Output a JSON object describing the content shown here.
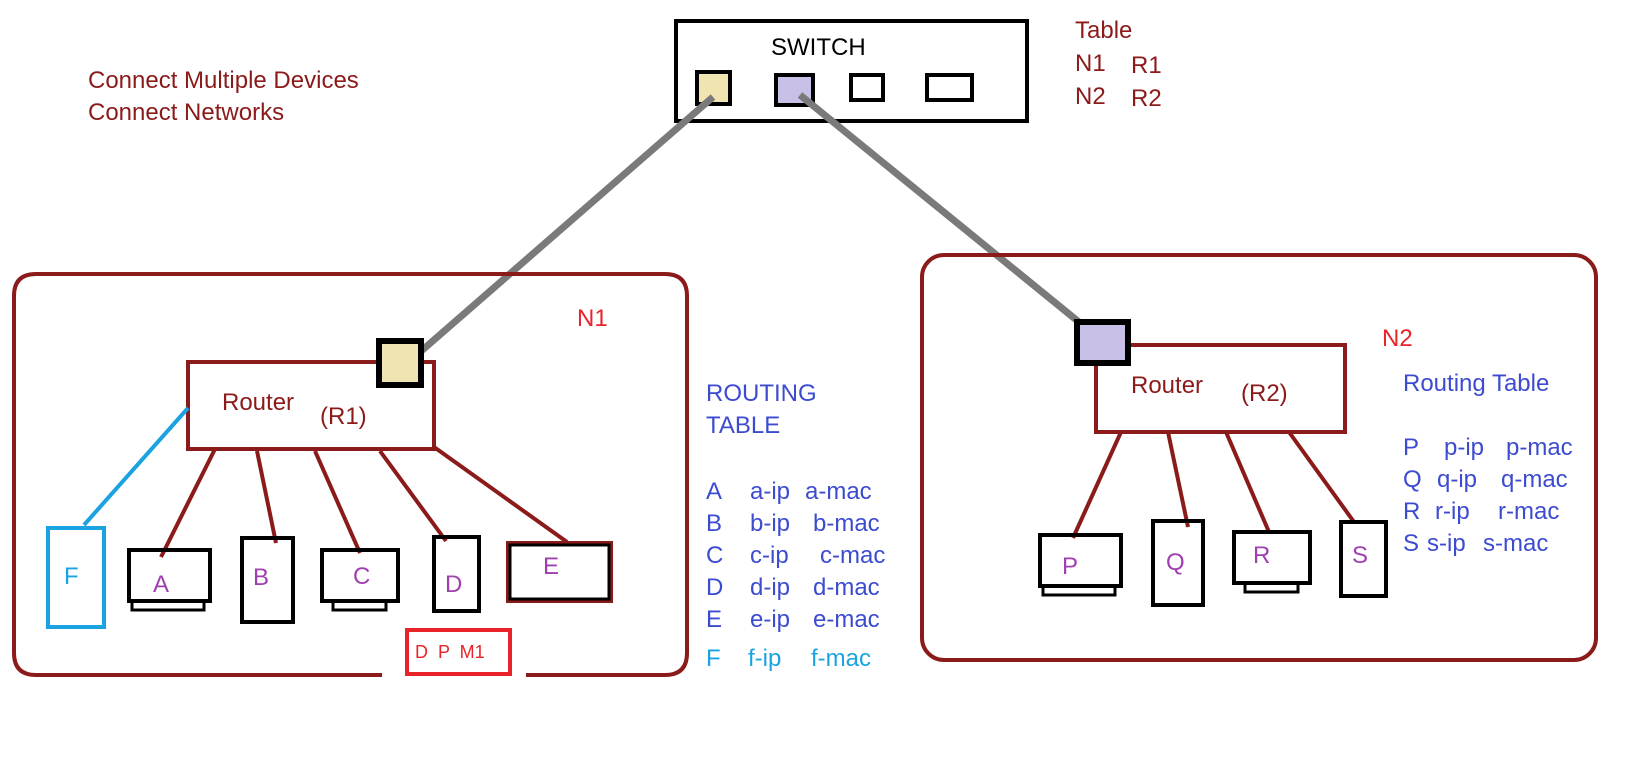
{
  "colors": {
    "dark_red": "#8b1a1a",
    "net_red": "#e8232a",
    "blue": "#3c4bd0",
    "cyan": "#1aa3e0",
    "purple": "#a040b0",
    "gray": "#7a7a7a",
    "port_tan": "#f0e4b0",
    "port_lavender": "#c8c0e6"
  },
  "notes": {
    "line1": "Connect Multiple Devices",
    "line2": "Connect Networks"
  },
  "switch": {
    "label": "SWITCH",
    "table": {
      "title": "Table",
      "rows": [
        {
          "net": "N1",
          "router": "R1"
        },
        {
          "net": "N2",
          "router": "R2"
        }
      ]
    }
  },
  "network1": {
    "name": "N1",
    "router_label": "Router",
    "router_id": "(R1)",
    "devices": [
      "F",
      "A",
      "B",
      "C",
      "D",
      "E"
    ],
    "packet_label": "D  P  M1",
    "routing_table": {
      "title_line1": "ROUTING",
      "title_line2": "TABLE",
      "rows": [
        {
          "host": "A",
          "ip": "a-ip",
          "mac": "a-mac"
        },
        {
          "host": "B",
          "ip": "b-ip",
          "mac": "b-mac"
        },
        {
          "host": "C",
          "ip": "c-ip",
          "mac": "c-mac"
        },
        {
          "host": "D",
          "ip": "d-ip",
          "mac": "d-mac"
        },
        {
          "host": "E",
          "ip": "e-ip",
          "mac": "e-mac"
        },
        {
          "host": "F",
          "ip": "f-ip",
          "mac": "f-mac"
        }
      ]
    }
  },
  "network2": {
    "name": "N2",
    "router_label": "Router",
    "router_id": "(R2)",
    "devices": [
      "P",
      "Q",
      "R",
      "S"
    ],
    "routing_table": {
      "title": "Routing Table",
      "rows": [
        {
          "host": "P",
          "ip": "p-ip",
          "mac": "p-mac"
        },
        {
          "host": "Q",
          "ip": "q-ip",
          "mac": "q-mac"
        },
        {
          "host": "R",
          "ip": "r-ip",
          "mac": "r-mac"
        },
        {
          "host": "S",
          "ip": "s-ip",
          "mac": "s-mac"
        }
      ]
    }
  }
}
